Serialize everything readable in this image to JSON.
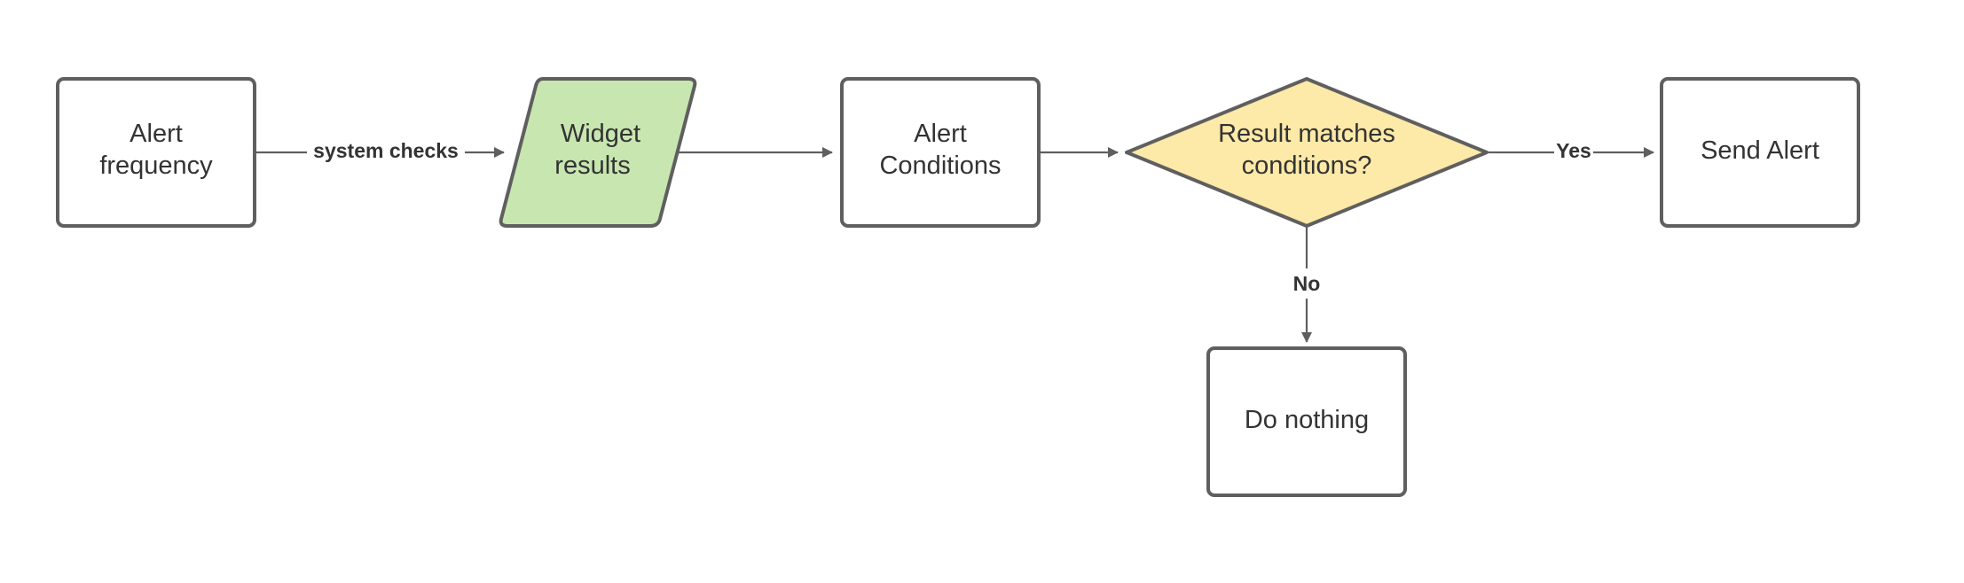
{
  "nodes": {
    "alert_frequency": {
      "line1": "Alert",
      "line2": "frequency"
    },
    "widget_results": {
      "line1": "Widget",
      "line2": "results"
    },
    "alert_conditions": {
      "line1": "Alert",
      "line2": "Conditions"
    },
    "result_matches": {
      "line1": "Result matches",
      "line2": "conditions?"
    },
    "send_alert": {
      "text": "Send Alert"
    },
    "do_nothing": {
      "text": "Do nothing"
    }
  },
  "edges": {
    "frequency_to_widget": "system checks",
    "decision_yes": "Yes",
    "decision_no": "No"
  },
  "colors": {
    "stroke": "#5f5f5f",
    "text": "#333333",
    "widget_fill": "#c8e6b0",
    "decision_fill": "#fde9a8",
    "box_fill": "#ffffff"
  }
}
